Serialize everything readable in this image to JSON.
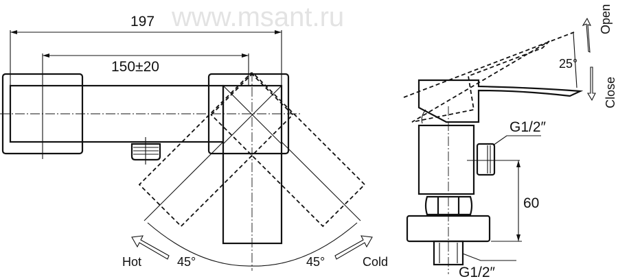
{
  "front_view": {
    "overall_width": "197",
    "center_distance": "150±20",
    "hot_label": "Hot",
    "cold_label": "Cold",
    "hot_angle": "45°",
    "cold_angle": "45°"
  },
  "side_view": {
    "lever_angle": "25°",
    "open_label": "Open",
    "close_label": "Close",
    "outlet_thread": "G1/2″",
    "inlet_thread": "G1/2″",
    "height_dimension": "60"
  },
  "watermark": "www.msant.ru"
}
